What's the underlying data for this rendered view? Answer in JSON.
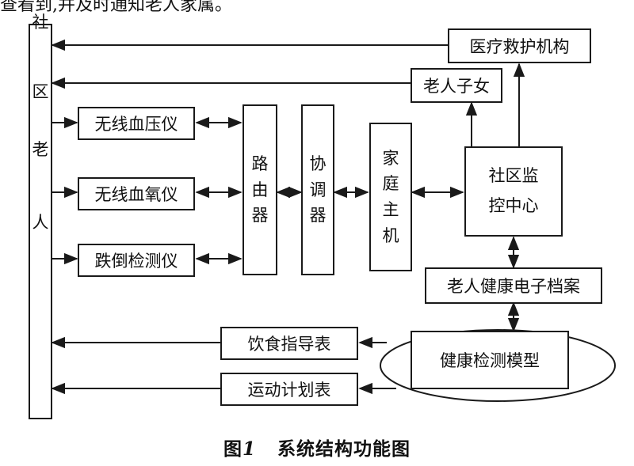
{
  "top_fragment": "查看到,并及时通知老人家属。",
  "nodes": {
    "community_elderly": [
      "社",
      "区",
      "老",
      "人"
    ],
    "medical_rescue": "医疗救护机构",
    "children": "老人子女",
    "bp_monitor": "无线血压仪",
    "oximeter": "无线血氧仪",
    "fall_detector": "跌倒检测仪",
    "router": [
      "路",
      "由",
      "器"
    ],
    "coordinator": [
      "协",
      "调",
      "器"
    ],
    "home_host": [
      "家",
      "庭",
      "主",
      "机"
    ],
    "monitor_center": [
      "社区监",
      "控中心"
    ],
    "health_archive": "老人健康电子档案",
    "diet_guide": "饮食指导表",
    "exercise_plan": "运动计划表",
    "health_model": "健康检测模型"
  },
  "caption": {
    "prefix": "图",
    "number": "1",
    "title": "系统结构功能图"
  },
  "colors": {
    "line": "#1a1a1a",
    "background": "#ffffff"
  }
}
